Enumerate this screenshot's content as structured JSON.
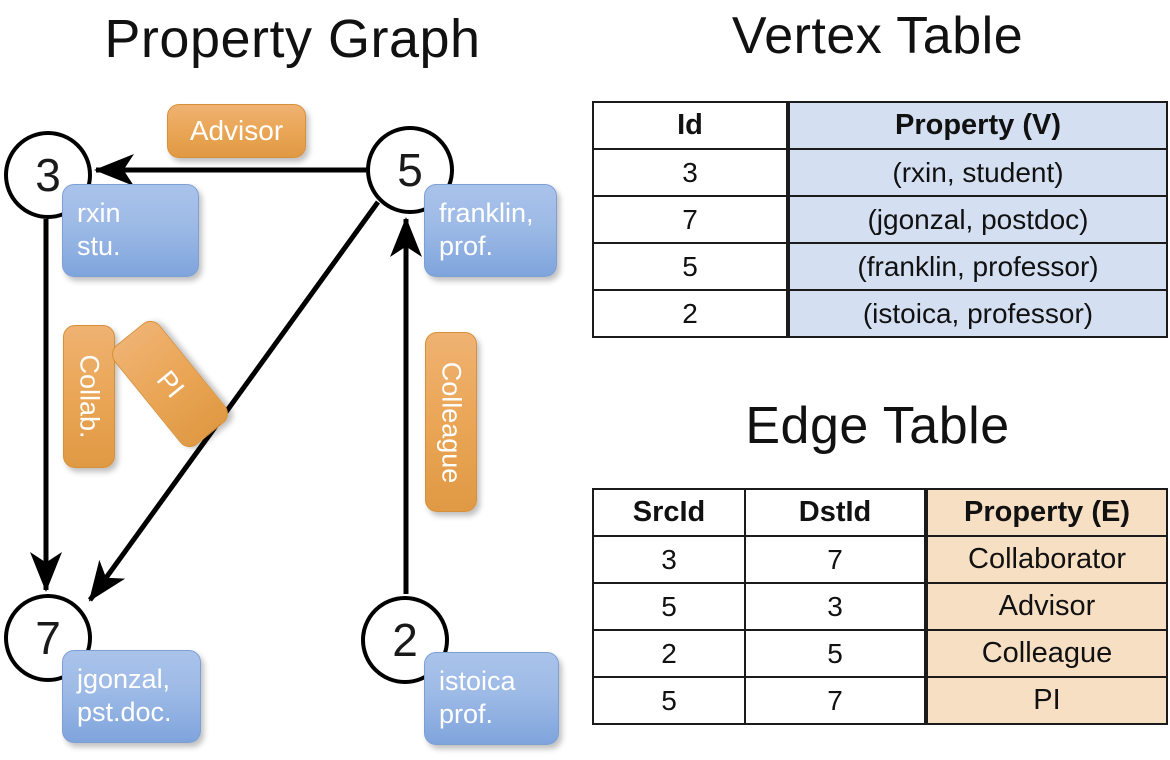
{
  "titles": {
    "property_graph": "Property Graph",
    "vertex_table": "Vertex Table",
    "edge_table": "Edge Table"
  },
  "graph": {
    "nodes": [
      {
        "id": "3",
        "label": "rxin\nstu.",
        "label_line1": "rxin",
        "label_line2": "stu."
      },
      {
        "id": "5",
        "label": "franklin,\nprof.",
        "label_line1": "franklin,",
        "label_line2": "prof."
      },
      {
        "id": "7",
        "label": "jgonzal,\npst.doc.",
        "label_line1": "jgonzal,",
        "label_line2": "pst.doc."
      },
      {
        "id": "2",
        "label": "istoica\nprof.",
        "label_line1": "istoica",
        "label_line2": "prof."
      }
    ],
    "edge_labels": [
      {
        "name": "advisor",
        "text": "Advisor"
      },
      {
        "name": "collab",
        "text": "Collab."
      },
      {
        "name": "pi",
        "text": "PI"
      },
      {
        "name": "colleague",
        "text": "Colleague"
      }
    ],
    "edges": [
      {
        "from": "5",
        "to": "3",
        "label": "Advisor"
      },
      {
        "from": "3",
        "to": "7",
        "label": "Collab."
      },
      {
        "from": "5",
        "to": "7",
        "label": "PI"
      },
      {
        "from": "2",
        "to": "5",
        "label": "Colleague"
      }
    ],
    "colors": {
      "vertex_box": "#9dbae6",
      "edge_box": "#eaa656",
      "node_stroke": "#000000",
      "arrow": "#000000"
    }
  },
  "vertex_table": {
    "headers": [
      "Id",
      "Property (V)"
    ],
    "rows": [
      [
        "3",
        "(rxin, student)"
      ],
      [
        "7",
        "(jgonzal, postdoc)"
      ],
      [
        "5",
        "(franklin, professor)"
      ],
      [
        "2",
        "(istoica, professor)"
      ]
    ],
    "property_column_color": "#d4dff2"
  },
  "edge_table": {
    "headers": [
      "SrcId",
      "DstId",
      "Property (E)"
    ],
    "rows": [
      [
        "3",
        "7",
        "Collaborator"
      ],
      [
        "5",
        "3",
        "Advisor"
      ],
      [
        "2",
        "5",
        "Colleague"
      ],
      [
        "5",
        "7",
        "PI"
      ]
    ],
    "property_column_color": "#f7dfc4"
  }
}
